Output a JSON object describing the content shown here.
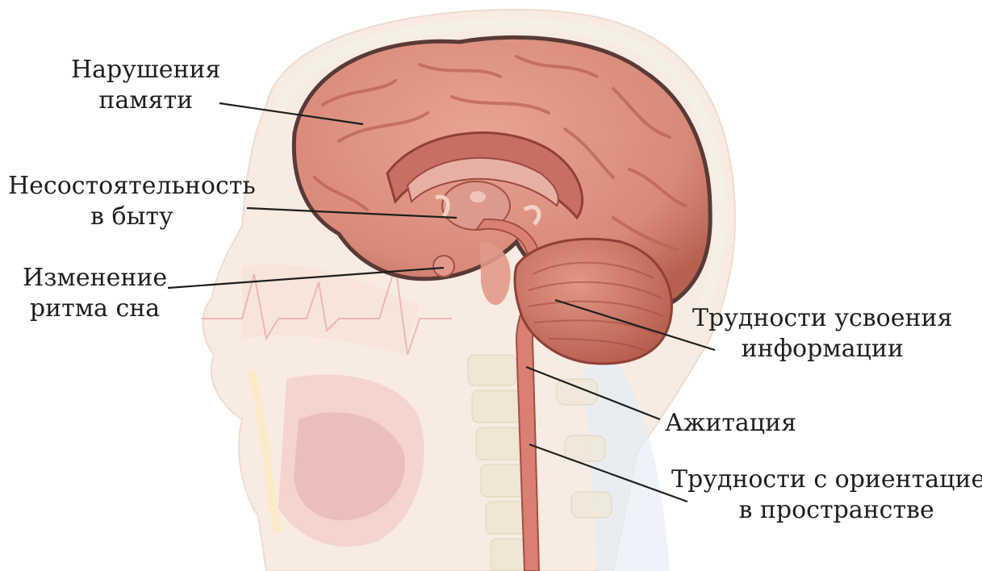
{
  "labels": {
    "memory": [
      "Нарушения",
      "памяти"
    ],
    "household": [
      "Несостоятельность",
      "в быту"
    ],
    "sleep": [
      "Изменение",
      "ритма сна"
    ],
    "info": [
      "Трудности усвоения",
      "информации"
    ],
    "agitation": [
      "Ажитация"
    ],
    "orientation": [
      "Трудности с ориентацией",
      "в пространстве"
    ]
  },
  "colors": {
    "brain": "#d98a7a",
    "brain_dark": "#b85a4c",
    "skin": "#f4d9c8",
    "bone": "#eee7d4",
    "leader_line": "#1e1e1e"
  }
}
